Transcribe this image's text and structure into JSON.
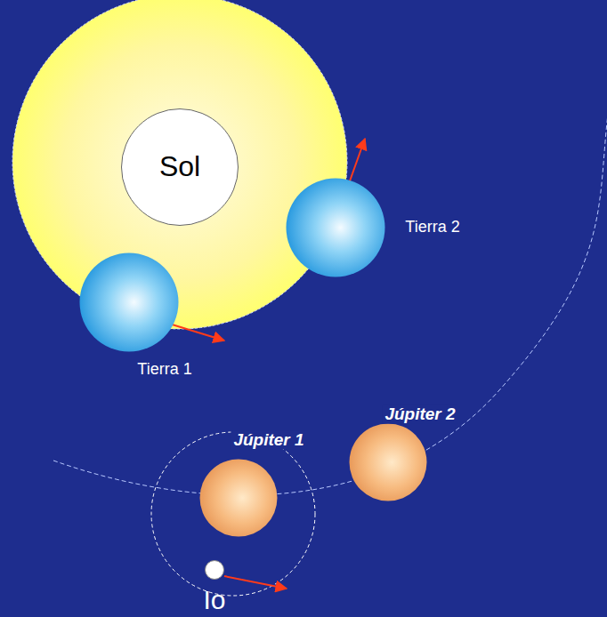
{
  "diagram": {
    "nodes": [
      {
        "text": [
          "Sol"
        ]
      },
      {
        "text": [
          "Tierra 2"
        ]
      },
      {
        "text": [
          "Tierra 1"
        ]
      },
      {
        "text": [
          "Júpiter 1"
        ]
      },
      {
        "text": [
          "Júpiter 2"
        ]
      },
      {
        "text": [
          "Io"
        ]
      }
    ]
  }
}
